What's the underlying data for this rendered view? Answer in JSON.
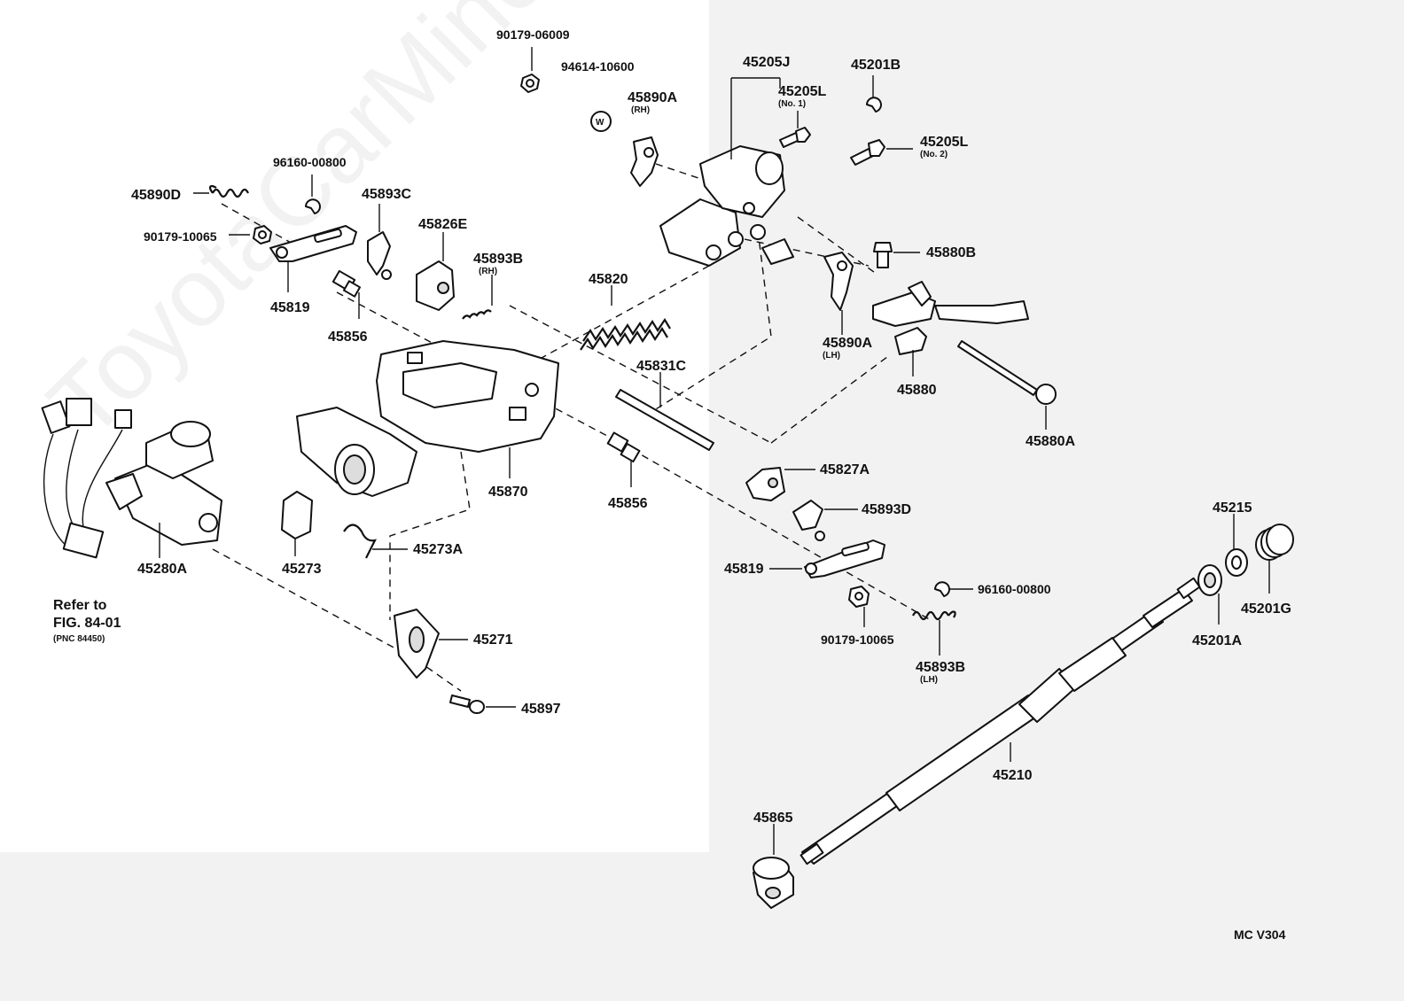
{
  "watermark": "ToyotaCarMine.ru",
  "figure_code": "MC  V304",
  "refer": {
    "line1": "Refer  to",
    "line2": "FIG.  84-01",
    "line3": "(PNC  84450)"
  },
  "labels": {
    "p90179_06009": "90179-06009",
    "p94614_10600": "94614-10600",
    "w_mark": "W",
    "p45890A_rh": "45890A",
    "rh1": "(RH)",
    "p45205J": "45205J",
    "p45205L_1": "45205L",
    "no1": "(No. 1)",
    "p45201B": "45201B",
    "p45205L_2": "45205L",
    "no2": "(No. 2)",
    "p96160_00800_a": "96160-00800",
    "p45890D": "45890D",
    "p45893C": "45893C",
    "p90179_10065_a": "90179-10065",
    "p45826E": "45826E",
    "p45893B_rh": "45893B",
    "rh2": "(RH)",
    "p45819_a": "45819",
    "p45856_a": "45856",
    "p45820": "45820",
    "p45880B": "45880B",
    "p45890A_lh": "45890A",
    "lh1": "(LH)",
    "p45880": "45880",
    "p45831C": "45831C",
    "p45880A": "45880A",
    "p45870": "45870",
    "p45856_b": "45856",
    "p45827A": "45827A",
    "p45893D": "45893D",
    "p45280A": "45280A",
    "p45273": "45273",
    "p45273A": "45273A",
    "p45819_b": "45819",
    "p96160_00800_b": "96160-00800",
    "p90179_10065_b": "90179-10065",
    "p45893B_lh": "45893B",
    "lh2": "(LH)",
    "p45271": "45271",
    "p45897": "45897",
    "p45215": "45215",
    "p45201G": "45201G",
    "p45201A": "45201A",
    "p45210": "45210",
    "p45865": "45865"
  }
}
